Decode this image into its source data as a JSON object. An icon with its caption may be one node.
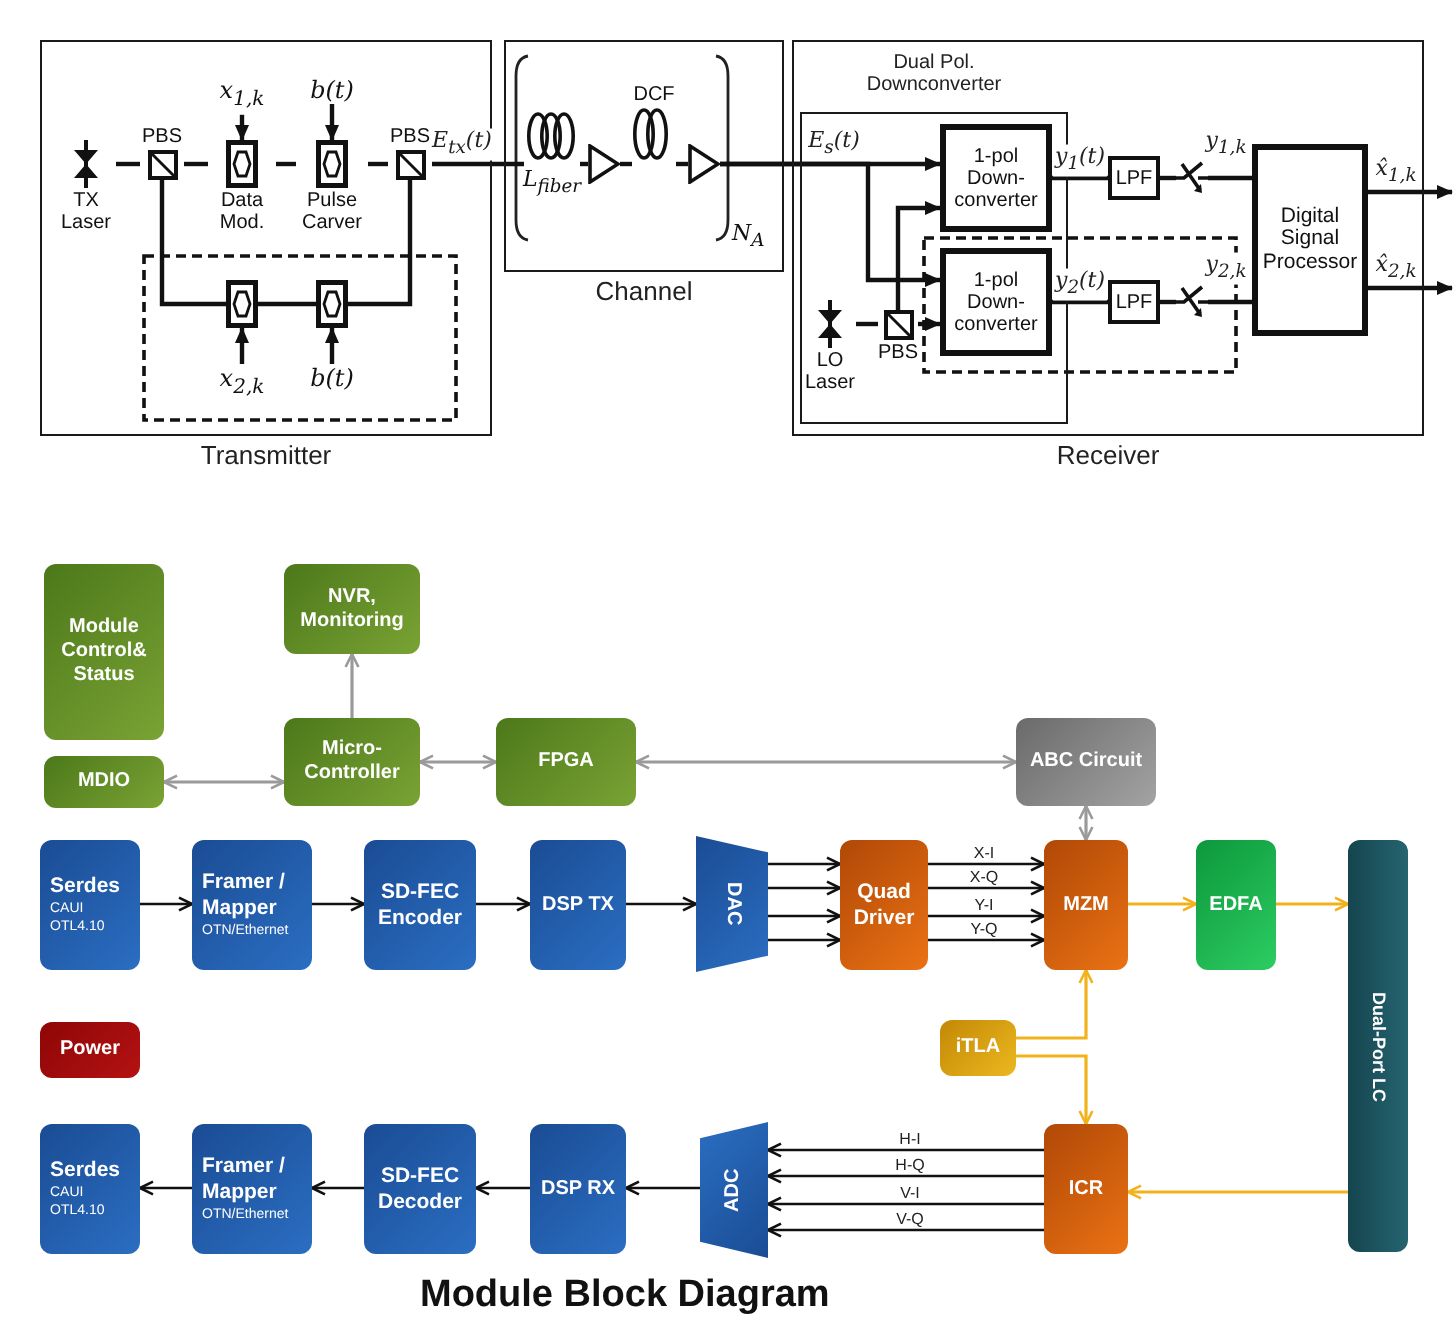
{
  "diagram": {
    "caption": "Module Block Diagram",
    "nodes": [
      {
        "text": [
          "Transmitter"
        ]
      },
      {
        "text": [
          "TX Laser"
        ],
        "in": 0
      },
      {
        "text": [
          "PBS"
        ],
        "in": 0
      },
      {
        "text": [
          "x$_{1,k}$"
        ],
        "in": 0
      },
      {
        "text": [
          "Data Mod."
        ],
        "in": 0
      },
      {
        "text": [
          "b(t)"
        ],
        "in": 0
      },
      {
        "text": [
          "Pulse Carver"
        ],
        "in": 0
      },
      {
        "text": [
          "PBS"
        ],
        "in": 0
      },
      {
        "text": [],
        "shape": "box",
        "in": 0
      },
      {
        "text": [],
        "shape": "box",
        "in": 0
      },
      {
        "text": [
          "x$_{2,k}$"
        ],
        "in": 0
      },
      {
        "text": [
          "b(t)"
        ],
        "in": 0
      },
      {
        "text": [
          "Channel"
        ]
      },
      {
        "text": [
          "L$_{fiber}$"
        ],
        "in": 12
      },
      {
        "text": [],
        "shape": "triangle",
        "in": 12
      },
      {
        "text": [
          "DCF"
        ],
        "in": 12
      },
      {
        "text": [],
        "shape": "triangle",
        "in": 12
      },
      {
        "text": [
          "Receiver"
        ]
      },
      {
        "text": [
          "Dual Pol. Downconverter"
        ],
        "in": 17
      },
      {
        "text": [
          "1-pol Down-converter"
        ],
        "in": 18
      },
      {
        "text": [
          "LPF"
        ],
        "in": 17
      },
      {
        "text": [],
        "shape": "switch",
        "in": 17
      },
      {
        "text": [
          "Digital Signal Processor"
        ],
        "in": 17
      },
      {
        "text": [
          "1-pol Down-converter"
        ],
        "in": 18
      },
      {
        "text": [
          "LPF"
        ],
        "in": 17
      },
      {
        "text": [],
        "shape": "switch",
        "in": 17
      },
      {
        "text": [
          "LO Laser"
        ],
        "in": 18
      },
      {
        "text": [
          "PBS"
        ],
        "in": 18
      },
      {
        "text": [
          "Module Control& Status"
        ]
      },
      {
        "text": [
          "NVR, Monitoring"
        ]
      },
      {
        "text": [
          "MDIO"
        ]
      },
      {
        "text": [
          "Micro-Controller"
        ]
      },
      {
        "text": [
          "FPGA"
        ]
      },
      {
        "text": [
          "ABC Circuit"
        ]
      },
      {
        "text": [
          "Serdes",
          "CAUI OTL4.10"
        ]
      },
      {
        "text": [
          "Framer / Mapper",
          "OTN/Ethernet"
        ]
      },
      {
        "text": [
          "SD-FEC Encoder"
        ]
      },
      {
        "text": [
          "DSP TX"
        ]
      },
      {
        "text": [
          "DAC"
        ]
      },
      {
        "text": [
          "Quad Driver"
        ]
      },
      {
        "text": [
          "MZM"
        ]
      },
      {
        "text": [
          "EDFA"
        ]
      },
      {
        "text": [
          "Dual-Port LC"
        ]
      },
      {
        "text": [
          "Power"
        ]
      },
      {
        "text": [
          "iTLA"
        ]
      },
      {
        "text": [
          "Serdes",
          "CAUI OTL4.10"
        ]
      },
      {
        "text": [
          "Framer / Mapper",
          "OTN/Ethernet"
        ]
      },
      {
        "text": [
          "SD-FEC Decoder"
        ]
      },
      {
        "text": [
          "DSP RX"
        ]
      },
      {
        "text": [
          "ADC"
        ]
      },
      {
        "text": [
          "ICR"
        ]
      }
    ],
    "edges": [
      {
        "from": 1,
        "to": 2,
        "arrow": "none"
      },
      {
        "from": 2,
        "to": 4,
        "arrow": "none"
      },
      {
        "from": 3,
        "to": 4,
        "arrow": "to"
      },
      {
        "from": 4,
        "to": 6,
        "arrow": "none"
      },
      {
        "from": 5,
        "to": 6,
        "arrow": "to"
      },
      {
        "from": 6,
        "to": 7,
        "arrow": "none"
      },
      {
        "from": 2,
        "to": 8,
        "arrow": "none"
      },
      {
        "from": 8,
        "to": 9,
        "arrow": "none"
      },
      {
        "from": 10,
        "to": 8,
        "arrow": "to"
      },
      {
        "from": 11,
        "to": 9,
        "arrow": "to"
      },
      {
        "from": 9,
        "to": 7,
        "arrow": "none"
      },
      {
        "from": 7,
        "to": 13,
        "arrow": "none",
        "label": "E$_{tx}$(t)"
      },
      {
        "from": 13,
        "to": 14,
        "arrow": "none"
      },
      {
        "from": 14,
        "to": 15,
        "arrow": "none"
      },
      {
        "from": 15,
        "to": 16,
        "arrow": "none"
      },
      {
        "from": 16,
        "to": 19,
        "arrow": "to",
        "label": "E$_{s}$(t)"
      },
      {
        "from": 16,
        "to": 23,
        "arrow": "to"
      },
      {
        "from": 26,
        "to": 27,
        "arrow": "none"
      },
      {
        "from": 27,
        "to": 19,
        "arrow": "to"
      },
      {
        "from": 27,
        "to": 23,
        "arrow": "to"
      },
      {
        "from": 19,
        "to": 20,
        "arrow": "none",
        "label": "y$_{1}$(t)"
      },
      {
        "from": 20,
        "to": 21,
        "arrow": "none"
      },
      {
        "from": 21,
        "to": 22,
        "arrow": "none",
        "label": "y$_{1,k}$"
      },
      {
        "from": 22,
        "to": null,
        "arrow": "to",
        "label": "x̂$_{1,k}$"
      },
      {
        "from": 23,
        "to": 24,
        "arrow": "none",
        "label": "y$_{2}$(t)"
      },
      {
        "from": 24,
        "to": 25,
        "arrow": "none"
      },
      {
        "from": 25,
        "to": 22,
        "arrow": "none",
        "label": "y$_{2,k}$"
      },
      {
        "from": 22,
        "to": null,
        "arrow": "to",
        "label": "x̂$_{2,k}$"
      },
      {
        "from": 30,
        "to": 31,
        "arrow": "both",
        "color": "#9a9a9a"
      },
      {
        "from": 31,
        "to": 29,
        "arrow": "to",
        "color": "#9a9a9a"
      },
      {
        "from": 31,
        "to": 32,
        "arrow": "both",
        "color": "#9a9a9a"
      },
      {
        "from": 32,
        "to": 33,
        "arrow": "both",
        "color": "#9a9a9a"
      },
      {
        "from": 33,
        "to": 40,
        "arrow": "both",
        "color": "#9a9a9a"
      },
      {
        "from": 34,
        "to": 35,
        "arrow": "to"
      },
      {
        "from": 35,
        "to": 36,
        "arrow": "to"
      },
      {
        "from": 36,
        "to": 37,
        "arrow": "to"
      },
      {
        "from": 37,
        "to": 38,
        "arrow": "to"
      },
      {
        "from": 38,
        "to": 39,
        "arrow": "to"
      },
      {
        "from": 38,
        "to": 39,
        "arrow": "to"
      },
      {
        "from": 38,
        "to": 39,
        "arrow": "to"
      },
      {
        "from": 38,
        "to": 39,
        "arrow": "to"
      },
      {
        "from": 39,
        "to": 40,
        "arrow": "to",
        "label": "X-I"
      },
      {
        "from": 39,
        "to": 40,
        "arrow": "to",
        "label": "X-Q"
      },
      {
        "from": 39,
        "to": 40,
        "arrow": "to",
        "label": "Y-I"
      },
      {
        "from": 39,
        "to": 40,
        "arrow": "to",
        "label": "Y-Q"
      },
      {
        "from": 40,
        "to": 41,
        "arrow": "to",
        "color": "#f2b21c"
      },
      {
        "from": 41,
        "to": 42,
        "arrow": "to",
        "color": "#f2b21c"
      },
      {
        "from": 44,
        "to": 40,
        "arrow": "to",
        "color": "#f2b21c"
      },
      {
        "from": 44,
        "to": 50,
        "arrow": "to",
        "color": "#f2b21c"
      },
      {
        "from": 42,
        "to": 50,
        "arrow": "to",
        "color": "#f2b21c"
      },
      {
        "from": 50,
        "to": 49,
        "arrow": "to",
        "label": "H-I"
      },
      {
        "from": 50,
        "to": 49,
        "arrow": "to",
        "label": "H-Q"
      },
      {
        "from": 50,
        "to": 49,
        "arrow": "to",
        "label": "V-I"
      },
      {
        "from": 50,
        "to": 49,
        "arrow": "to",
        "label": "V-Q"
      },
      {
        "from": 49,
        "to": 48,
        "arrow": "to"
      },
      {
        "from": 48,
        "to": 47,
        "arrow": "to"
      },
      {
        "from": 47,
        "to": 46,
        "arrow": "to"
      },
      {
        "from": 46,
        "to": 45,
        "arrow": "to"
      }
    ],
    "labels": [
      "N$_{A}$"
    ]
  }
}
